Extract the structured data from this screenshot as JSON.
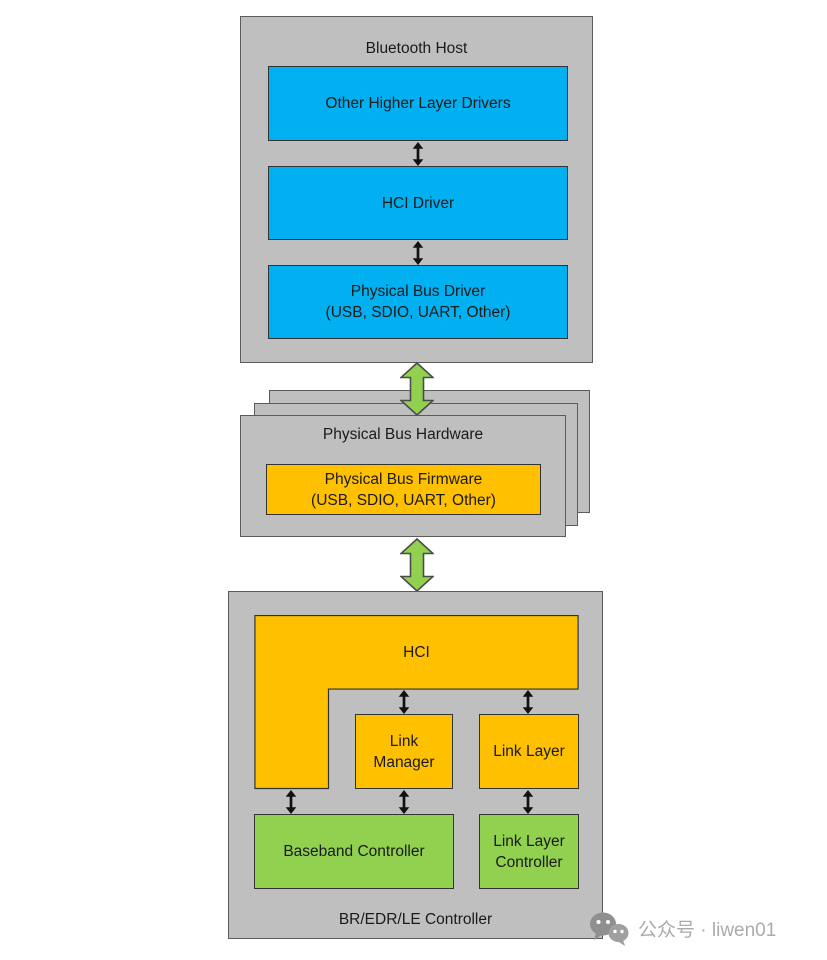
{
  "host": {
    "title": "Bluetooth Host",
    "drivers": [
      {
        "label": "Other Higher Layer Drivers"
      },
      {
        "label": "HCI Driver"
      },
      {
        "label": "Physical Bus Driver\n(USB, SDIO, UART, Other)"
      }
    ]
  },
  "bus_hardware": {
    "title": "Physical Bus Hardware",
    "firmware_label": "Physical Bus Firmware\n(USB, SDIO, UART, Other)"
  },
  "controller": {
    "title": "BR/EDR/LE Controller",
    "hci_label": "HCI",
    "link_manager_label": "Link\nManager",
    "link_layer_label": "Link Layer",
    "baseband_label": "Baseband Controller",
    "link_layer_controller_label": "Link Layer\nController"
  },
  "watermark": {
    "icon": "wechat-bubbles-icon",
    "text": "公众号 · liwen01"
  },
  "icons": {
    "section_connector": "green-double-arrow-icon",
    "box_connector": "black-double-arrow-icon"
  },
  "colors": {
    "blue": "#00B0F0",
    "orange": "#FFC000",
    "green": "#92D050",
    "gray": "#BFBFBF",
    "arrow_green": "#92D050",
    "gray_border": "#5b5b5b",
    "box_border": "#333333",
    "text": "#1a1a1a",
    "watermark": "#ababab"
  }
}
